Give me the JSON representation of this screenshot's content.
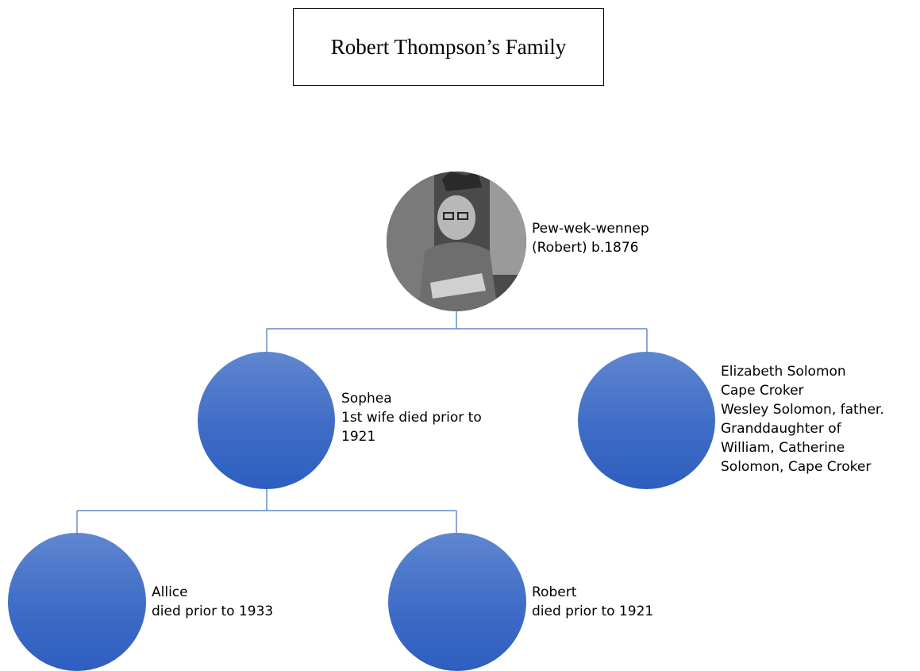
{
  "title": "Robert Thompson’s Family",
  "line_color": "#4472c4",
  "node_color": "#3e6cc6",
  "root": {
    "photo": "portrait-photo",
    "lines": [
      "Pew-wek-wennep",
      "(Robert) b.1876"
    ]
  },
  "spouses": [
    {
      "lines": [
        "Sophea",
        "1st wife died prior to",
        "1921"
      ]
    },
    {
      "lines": [
        "Elizabeth Solomon",
        "Cape Croker",
        "Wesley Solomon, father.",
        "Granddaughter of",
        "William, Catherine",
        "Solomon, Cape Croker"
      ]
    }
  ],
  "children": [
    {
      "lines": [
        "Allice",
        "died prior to 1933"
      ]
    },
    {
      "lines": [
        "Robert",
        "died prior to 1921"
      ]
    }
  ]
}
